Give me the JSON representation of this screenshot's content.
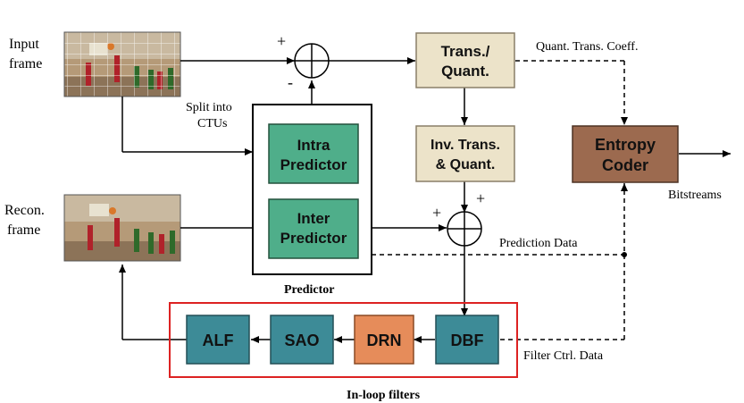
{
  "colors": {
    "tan_block": "#ece3c9",
    "tan_border": "#8a7f68",
    "green_block": "#4fae8a",
    "green_border": "#24503c",
    "entropy_block": "#9c6a4f",
    "entropy_border": "#4d3224",
    "teal_block": "#3d8b97",
    "teal_border": "#234f56",
    "drn_block": "#e68c5a",
    "drn_border": "#8a4a24",
    "filter_frame": "#dd2222",
    "line": "#000000"
  },
  "labels": {
    "input_frame_line1": "Input",
    "input_frame_line2": "frame",
    "recon_frame_line1": "Recon.",
    "recon_frame_line2": "frame",
    "split_line1": "Split into",
    "split_line2": "CTUs",
    "plus_top": "+",
    "minus_top": "-",
    "plus_left": "+",
    "plus_right": "+",
    "quant_coeff": "Quant.  Trans. Coeff.",
    "bitstreams": "Bitstreams",
    "prediction_data": "Prediction Data",
    "filter_ctrl_data": "Filter Ctrl. Data",
    "predictor": "Predictor",
    "in_loop_filters": "In-loop filters"
  },
  "blocks": {
    "trans_quant": [
      "Trans./",
      "Quant."
    ],
    "inv_trans": [
      "Inv. Trans.",
      "& Quant."
    ],
    "entropy": [
      "Entropy",
      "Coder"
    ],
    "intra": [
      "Intra",
      "Predictor"
    ],
    "inter": [
      "Inter",
      "Predictor"
    ],
    "alf": "ALF",
    "sao": "SAO",
    "drn": "DRN",
    "dbf": "DBF"
  }
}
